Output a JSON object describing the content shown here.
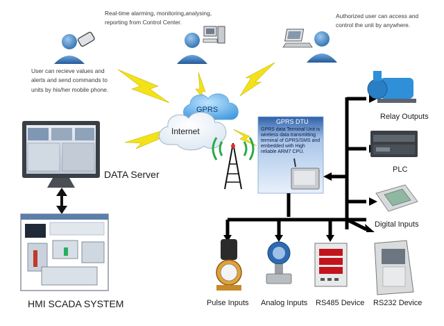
{
  "captions": {
    "control_center": [
      "Real-time alarming, monitoring,analysing,",
      "reporting from Control Center."
    ],
    "authorized": [
      "Authorized user can access and",
      "control the unit by anywhere."
    ],
    "mobile": [
      "User can recieve values and",
      "alerts and send commands to",
      "units by his/her mobile phone."
    ]
  },
  "labels": {
    "gprs": "GPRS",
    "internet": "Internet",
    "data_server": "DATA  Server",
    "hmi_scada": "HMI SCADA SYSTEM",
    "relay_outputs": "Relay Outputs",
    "plc": "PLC",
    "digital_inputs": "Digital Inputs",
    "pulse_inputs": "Pulse Inputs",
    "analog_inputs": "Analog Inputs",
    "rs485_device": "RS485 Device",
    "rs232_device": "RS232 Device"
  },
  "dtu": {
    "title": "GPRS DTU",
    "description": "GPRS data Terminal Unit is wireless data transmitting terminal of GPRS/SMS and embedded with High reliable ARM7 CPU."
  },
  "colors": {
    "bolt": "#f3e21a",
    "person": "#2f6fb0",
    "cloud_gprs": "#3f98de",
    "dtu_panel": "#2c5fa8",
    "bus": "#000000",
    "tower_signal": "#2aa84a"
  }
}
